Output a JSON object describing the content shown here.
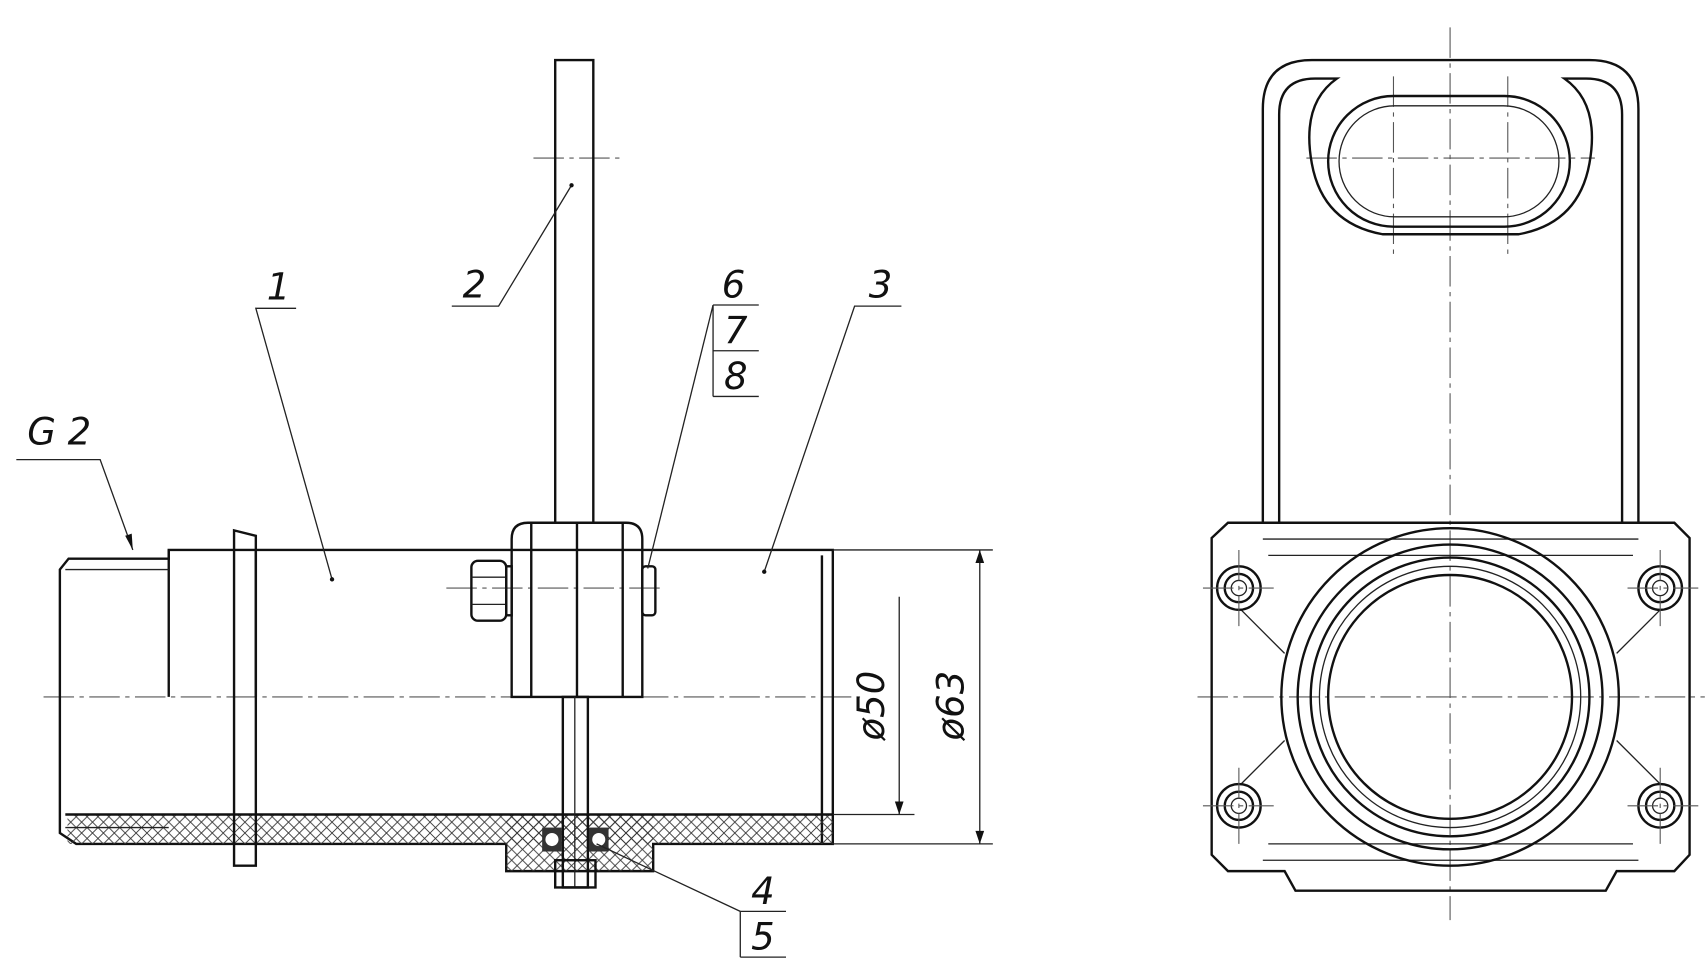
{
  "drawing": {
    "callouts": {
      "part1": "1",
      "part2": "2",
      "part3": "3",
      "part4": "4",
      "part5": "5",
      "part6": "6",
      "part7": "7",
      "part8": "8",
      "thread": "G 2"
    },
    "dimensions": {
      "inner_diameter": "ø50",
      "outer_diameter": "ø63"
    }
  }
}
